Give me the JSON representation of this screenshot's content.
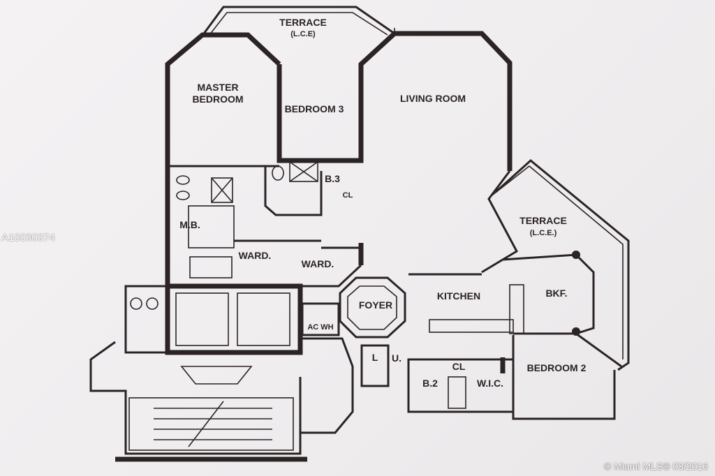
{
  "watermark_id": "A10030374",
  "footer": "© Miami MLS® 03/2016",
  "rooms": {
    "terrace_top": "TERRACE",
    "terrace_top_note": "(L.C.E)",
    "master_bedroom_1": "MASTER",
    "master_bedroom_2": "BEDROOM",
    "bedroom3": "BEDROOM 3",
    "living_room": "LIVING ROOM",
    "bath3": "B.3",
    "closet3": "CL",
    "master_bath": "M.B.",
    "ward1": "WARD.",
    "ward2": "WARD.",
    "terrace_right": "TERRACE",
    "terrace_right_note": "(L.C.E.)",
    "kitchen": "KITCHEN",
    "foyer": "FOYER",
    "breakfast": "BKF.",
    "ac_wh": "AC WH",
    "laundry": "L",
    "utility": "U.",
    "closet2": "CL",
    "bath2": "B.2",
    "wic": "W.I.C.",
    "bedroom2": "BEDROOM 2"
  }
}
